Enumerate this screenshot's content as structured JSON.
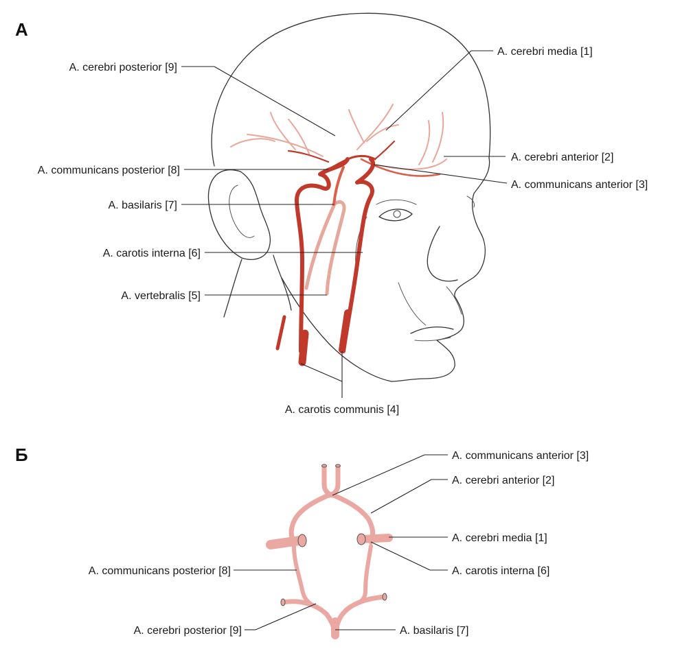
{
  "panels": {
    "a": "А",
    "b": "Б"
  },
  "colors": {
    "artery_dark": "#c0392b",
    "artery_mid": "#d9604a",
    "artery_light": "#e8a79b",
    "circle_pink": "#eba8a2",
    "line": "#222222"
  },
  "panel_a_labels": {
    "cerebri_posterior": "A. cerebri posterior [9]",
    "communicans_posterior": "A. communicans posterior [8]",
    "basilaris": "A. basilaris [7]",
    "carotis_interna": "A. carotis interna [6]",
    "vertebralis": "A. vertebralis [5]",
    "carotis_communis": "A. carotis communis [4]",
    "cerebri_media": "A. cerebri media [1]",
    "cerebri_anterior": "A. cerebri anterior [2]",
    "communicans_anterior": "A. communicans anterior [3]"
  },
  "panel_b_labels": {
    "communicans_anterior": "A. communicans anterior [3]",
    "cerebri_anterior": "A. cerebri anterior [2]",
    "cerebri_media": "A. cerebri media [1]",
    "carotis_interna": "A. carotis interna [6]",
    "communicans_posterior": "A. communicans posterior [8]",
    "cerebri_posterior": "A. cerebri posterior [9]",
    "basilaris": "A. basilaris [7]"
  }
}
